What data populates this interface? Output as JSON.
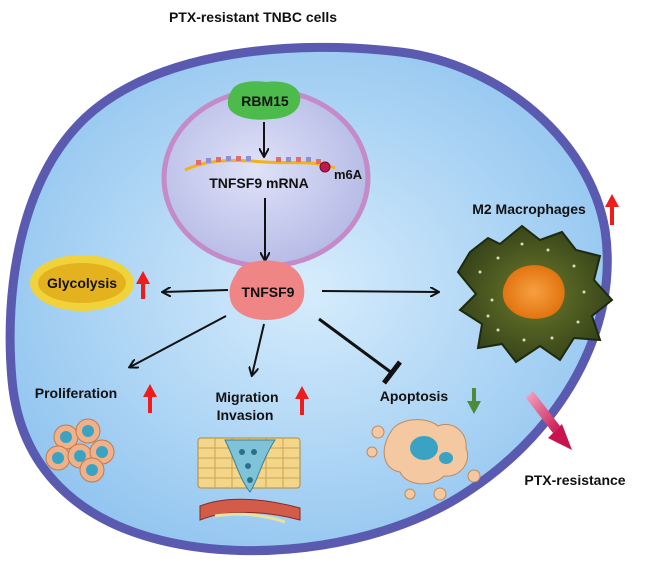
{
  "title": "PTX-resistant TNBC cells",
  "nucleus": {
    "rbm15": "RBM15",
    "mrna": "TNFSF9 mRNA",
    "m6a": "m6A"
  },
  "center": {
    "tnfsf9": "TNFSF9"
  },
  "processes": {
    "glycolysis": "Glycolysis",
    "proliferation": "Proliferation",
    "migration_line1": "Migration",
    "migration_line2": "Invasion",
    "apoptosis": "Apoptosis",
    "m2_macrophages": "M2 Macrophages",
    "ptx_resistance": "PTX-resistance"
  },
  "colors": {
    "cell_fill": "#a9d1f3",
    "cell_border": "#5a5ab0",
    "nucleus_fill": "#c9cdef",
    "nucleus_border": "#c58ac8",
    "rbm15": "#4cbb4c",
    "tnfsf9": "#f08585",
    "glycolysis_outer": "#f0d33a",
    "glycolysis_inner": "#e4b21e",
    "up_arrow": "#ee1c1c",
    "down_arrow": "#4e8a3c",
    "ptx_arrow": "#d8366a"
  }
}
